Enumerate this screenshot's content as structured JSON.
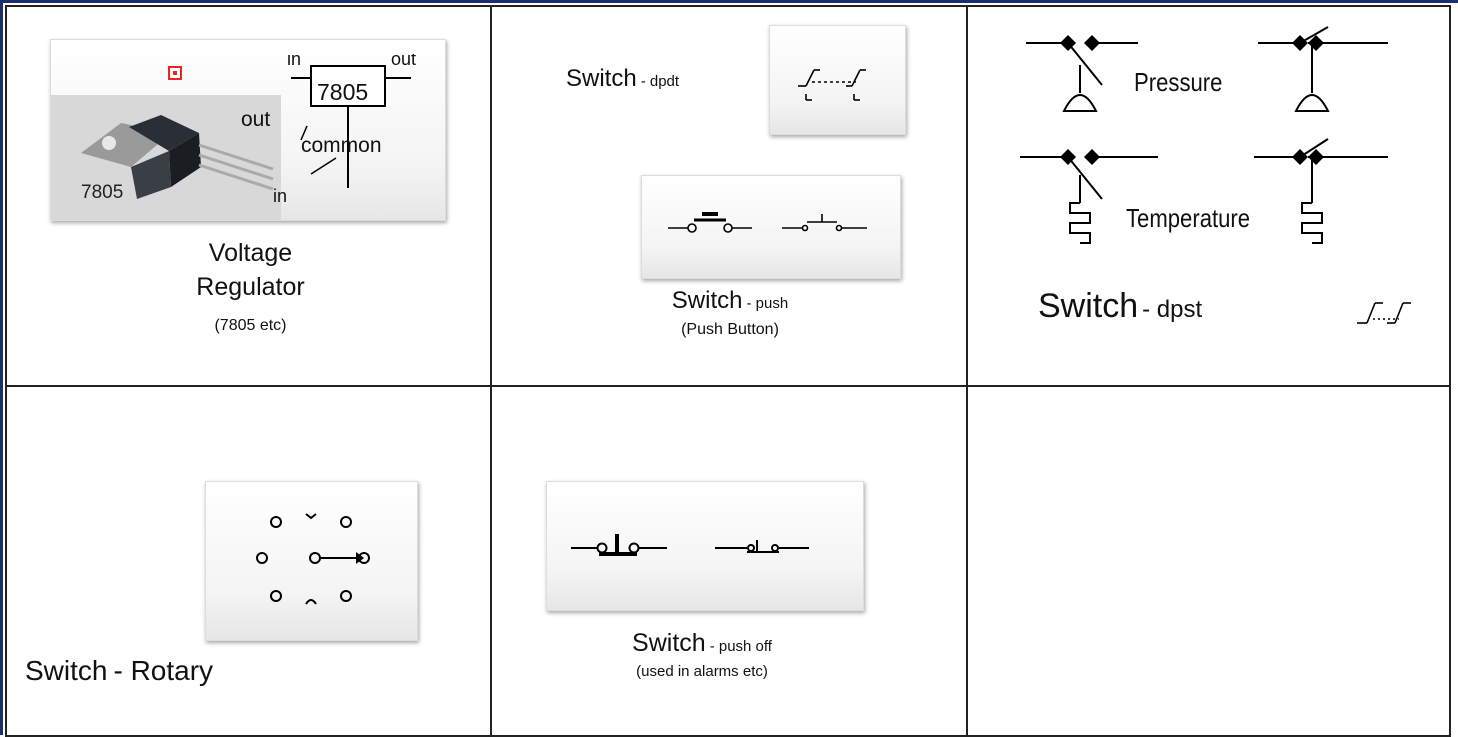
{
  "voltage_regulator": {
    "title_line1": "Voltage",
    "title_line2": "Regulator",
    "subtitle": "(7805 etc)",
    "chip_label": "7805",
    "pin_in": "in",
    "pin_out_top": "out",
    "pin_out": "out",
    "pin_common": "common",
    "photo_label": "7805",
    "photo_pin_in": "in"
  },
  "switch_dpdt": {
    "name": "Switch",
    "suffix": "- dpdt"
  },
  "switch_push": {
    "name": "Switch",
    "suffix": "- push",
    "subtitle": "(Push Button)"
  },
  "switch_dpst": {
    "pressure_label": "Pressure",
    "temperature_label": "Temperature",
    "name": "Switch",
    "suffix": "- dpst"
  },
  "switch_rotary": {
    "name": "Switch",
    "suffix": "-  Rotary"
  },
  "switch_push_off": {
    "name": "Switch",
    "suffix": "- push off",
    "subtitle": "(used in alarms etc)"
  }
}
